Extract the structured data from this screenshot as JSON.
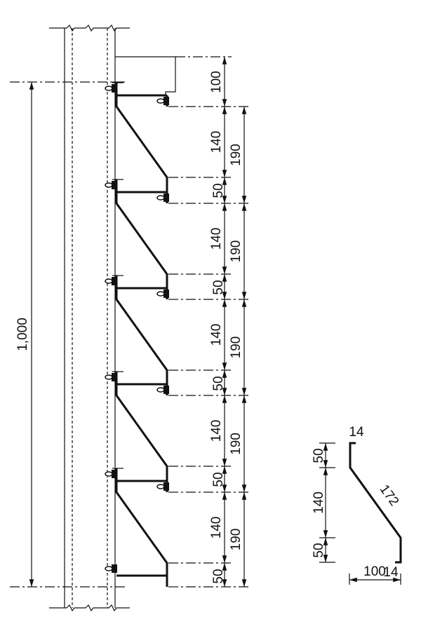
{
  "main_elevation": {
    "overall_height": "1,000",
    "top_box_height": "100",
    "units": [
      {
        "slope": "140",
        "flange": "50",
        "pitch": "190"
      },
      {
        "slope": "140",
        "flange": "50",
        "pitch": "190"
      },
      {
        "slope": "140",
        "flange": "50",
        "pitch": "190"
      },
      {
        "slope": "140",
        "flange": "50",
        "pitch": "190"
      },
      {
        "slope": "140",
        "flange": "50",
        "pitch": "190"
      }
    ]
  },
  "profile_detail": {
    "top_hook": "14",
    "bottom_hook": "14",
    "top_leg": "50",
    "middle_rise": "140",
    "bottom_leg": "50",
    "diagonal_length": "172",
    "width": "100"
  }
}
